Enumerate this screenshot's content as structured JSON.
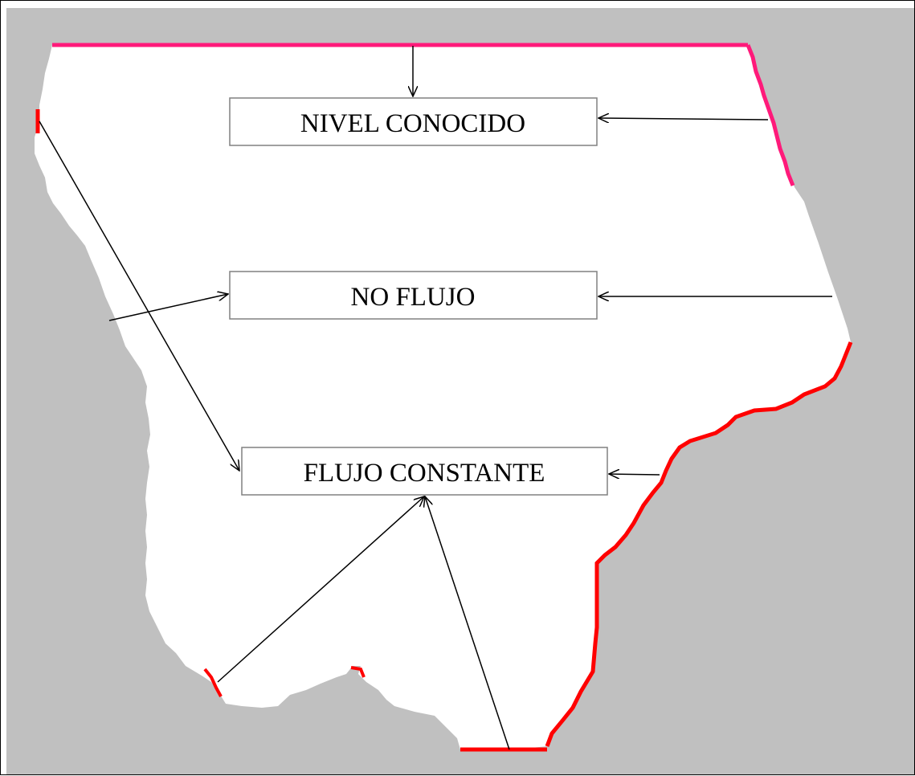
{
  "colors": {
    "background": "#c0c0c0",
    "domain": "#ffffff",
    "known_level_boundary": "#ff1a7a",
    "constant_flux_boundary": "#ff0000",
    "no_flow_boundary": "#c0c0c0",
    "label_border": "#808080",
    "arrow": "#000000"
  },
  "labels": {
    "known_level": "NIVEL CONOCIDO",
    "no_flow": "NO FLUJO",
    "constant_flux": "FLUJO CONSTANTE"
  }
}
